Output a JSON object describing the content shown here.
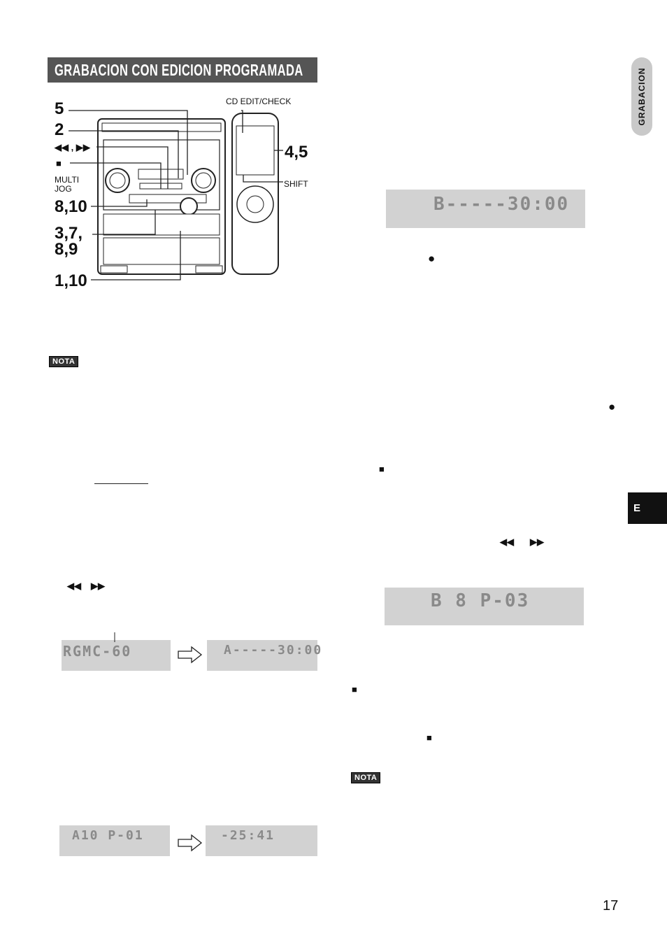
{
  "section": {
    "title": "GRABACION CON EDICION PROGRAMADA",
    "side_tab": "GRABACION",
    "language_tab": "E",
    "page_number": "17",
    "note_label": "NOTA"
  },
  "device_diagram": {
    "step_labels": [
      "5",
      "2",
      "8,10",
      "3,7,",
      "8,9",
      "1,10",
      "4,5"
    ],
    "skip_label": "◀◀ , ▶▶",
    "multi_jog_label_1": "MULTI",
    "multi_jog_label_2": "JOG",
    "cd_edit_check_label": "CD EDIT/CHECK",
    "shift_label": "SHIFT"
  },
  "displays": {
    "display_1": {
      "text": "RGMC-60"
    },
    "display_2": {
      "text": "A-----30:00"
    },
    "display_3": {
      "text": "A10  P-01"
    },
    "display_4": {
      "text": "-25:41"
    },
    "display_5": {
      "text": "B-----30:00"
    },
    "display_6": {
      "text": "B 8 P-03"
    }
  },
  "symbols": {
    "record": "●",
    "stop": "■",
    "rewind": "◀◀",
    "forward": "▶▶"
  }
}
